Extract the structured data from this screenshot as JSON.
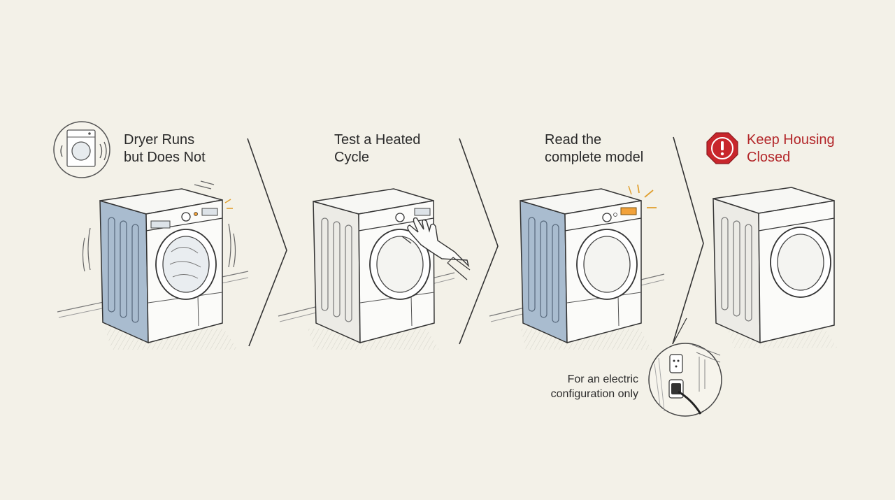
{
  "steps": [
    {
      "title_line1": "Dryer Runs",
      "title_line2": "but Does Not",
      "icon": "running-dryer-icon"
    },
    {
      "title_line1": "Test a Heated",
      "title_line2": "Cycle"
    },
    {
      "title_line1": "Read the",
      "title_line2": "complete model"
    },
    {
      "title_line1": "Keep Housing",
      "title_line2": "Closed",
      "icon": "warning-stop-icon"
    }
  ],
  "callout": {
    "line1": "For an electric",
    "line2": "configuration only",
    "icon": "power-outlet-icon"
  },
  "colors": {
    "background": "#f3f1e8",
    "accent_blue": "#a9bccf",
    "warning_red": "#c8262c",
    "indicator_orange": "#f2a23a",
    "ink": "#333333"
  }
}
